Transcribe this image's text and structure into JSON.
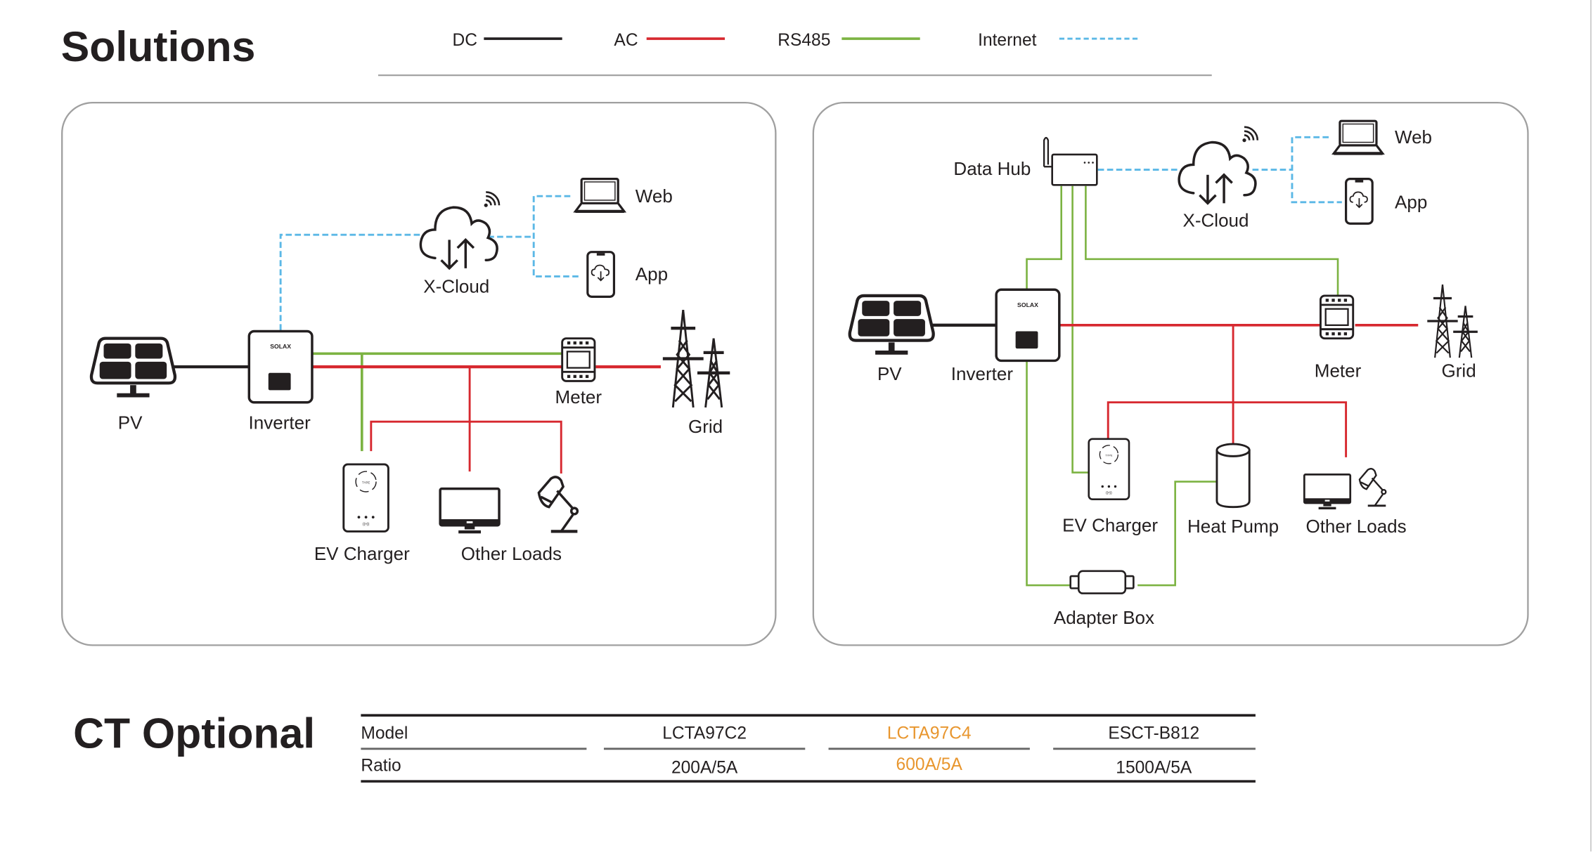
{
  "header": {
    "title": "Solutions"
  },
  "legend": [
    {
      "label": "DC",
      "color": "#231f20",
      "style": "solid"
    },
    {
      "label": "AC",
      "color": "#d7282f",
      "style": "solid"
    },
    {
      "label": "RS485",
      "color": "#7cb342",
      "style": "solid"
    },
    {
      "label": "Internet",
      "color": "#5bb8e6",
      "style": "dashed"
    }
  ],
  "colors": {
    "dc": "#231f20",
    "ac": "#d7282f",
    "rs485": "#7cb342",
    "internet": "#5bb8e6",
    "panel_border": "#a0a0a0",
    "highlight": "#e8962e"
  },
  "left_panel": {
    "nodes": {
      "pv": "PV",
      "inverter": "Inverter",
      "xcloud": "X-Cloud",
      "web": "Web",
      "app": "App",
      "meter": "Meter",
      "grid": "Grid",
      "ev_charger": "EV Charger",
      "other_loads": "Other Loads"
    },
    "inverter_brand": "SOLAX"
  },
  "right_panel": {
    "nodes": {
      "data_hub": "Data Hub",
      "xcloud": "X-Cloud",
      "web": "Web",
      "app": "App",
      "pv": "PV",
      "inverter": "Inverter",
      "meter": "Meter",
      "grid": "Grid",
      "ev_charger": "EV Charger",
      "heat_pump": "Heat Pump",
      "other_loads": "Other Loads",
      "adapter_box": "Adapter Box"
    },
    "inverter_brand": "SOLAX"
  },
  "ct_optional": {
    "title": "CT Optional",
    "row_headers": [
      "Model",
      "Ratio"
    ],
    "columns": [
      {
        "model": "LCTA97C2",
        "ratio": "200A/5A",
        "highlight": false
      },
      {
        "model": "LCTA97C4",
        "ratio": "600A/5A",
        "highlight": true
      },
      {
        "model": "ESCT-B812",
        "ratio": "1500A/5A",
        "highlight": false
      }
    ]
  }
}
